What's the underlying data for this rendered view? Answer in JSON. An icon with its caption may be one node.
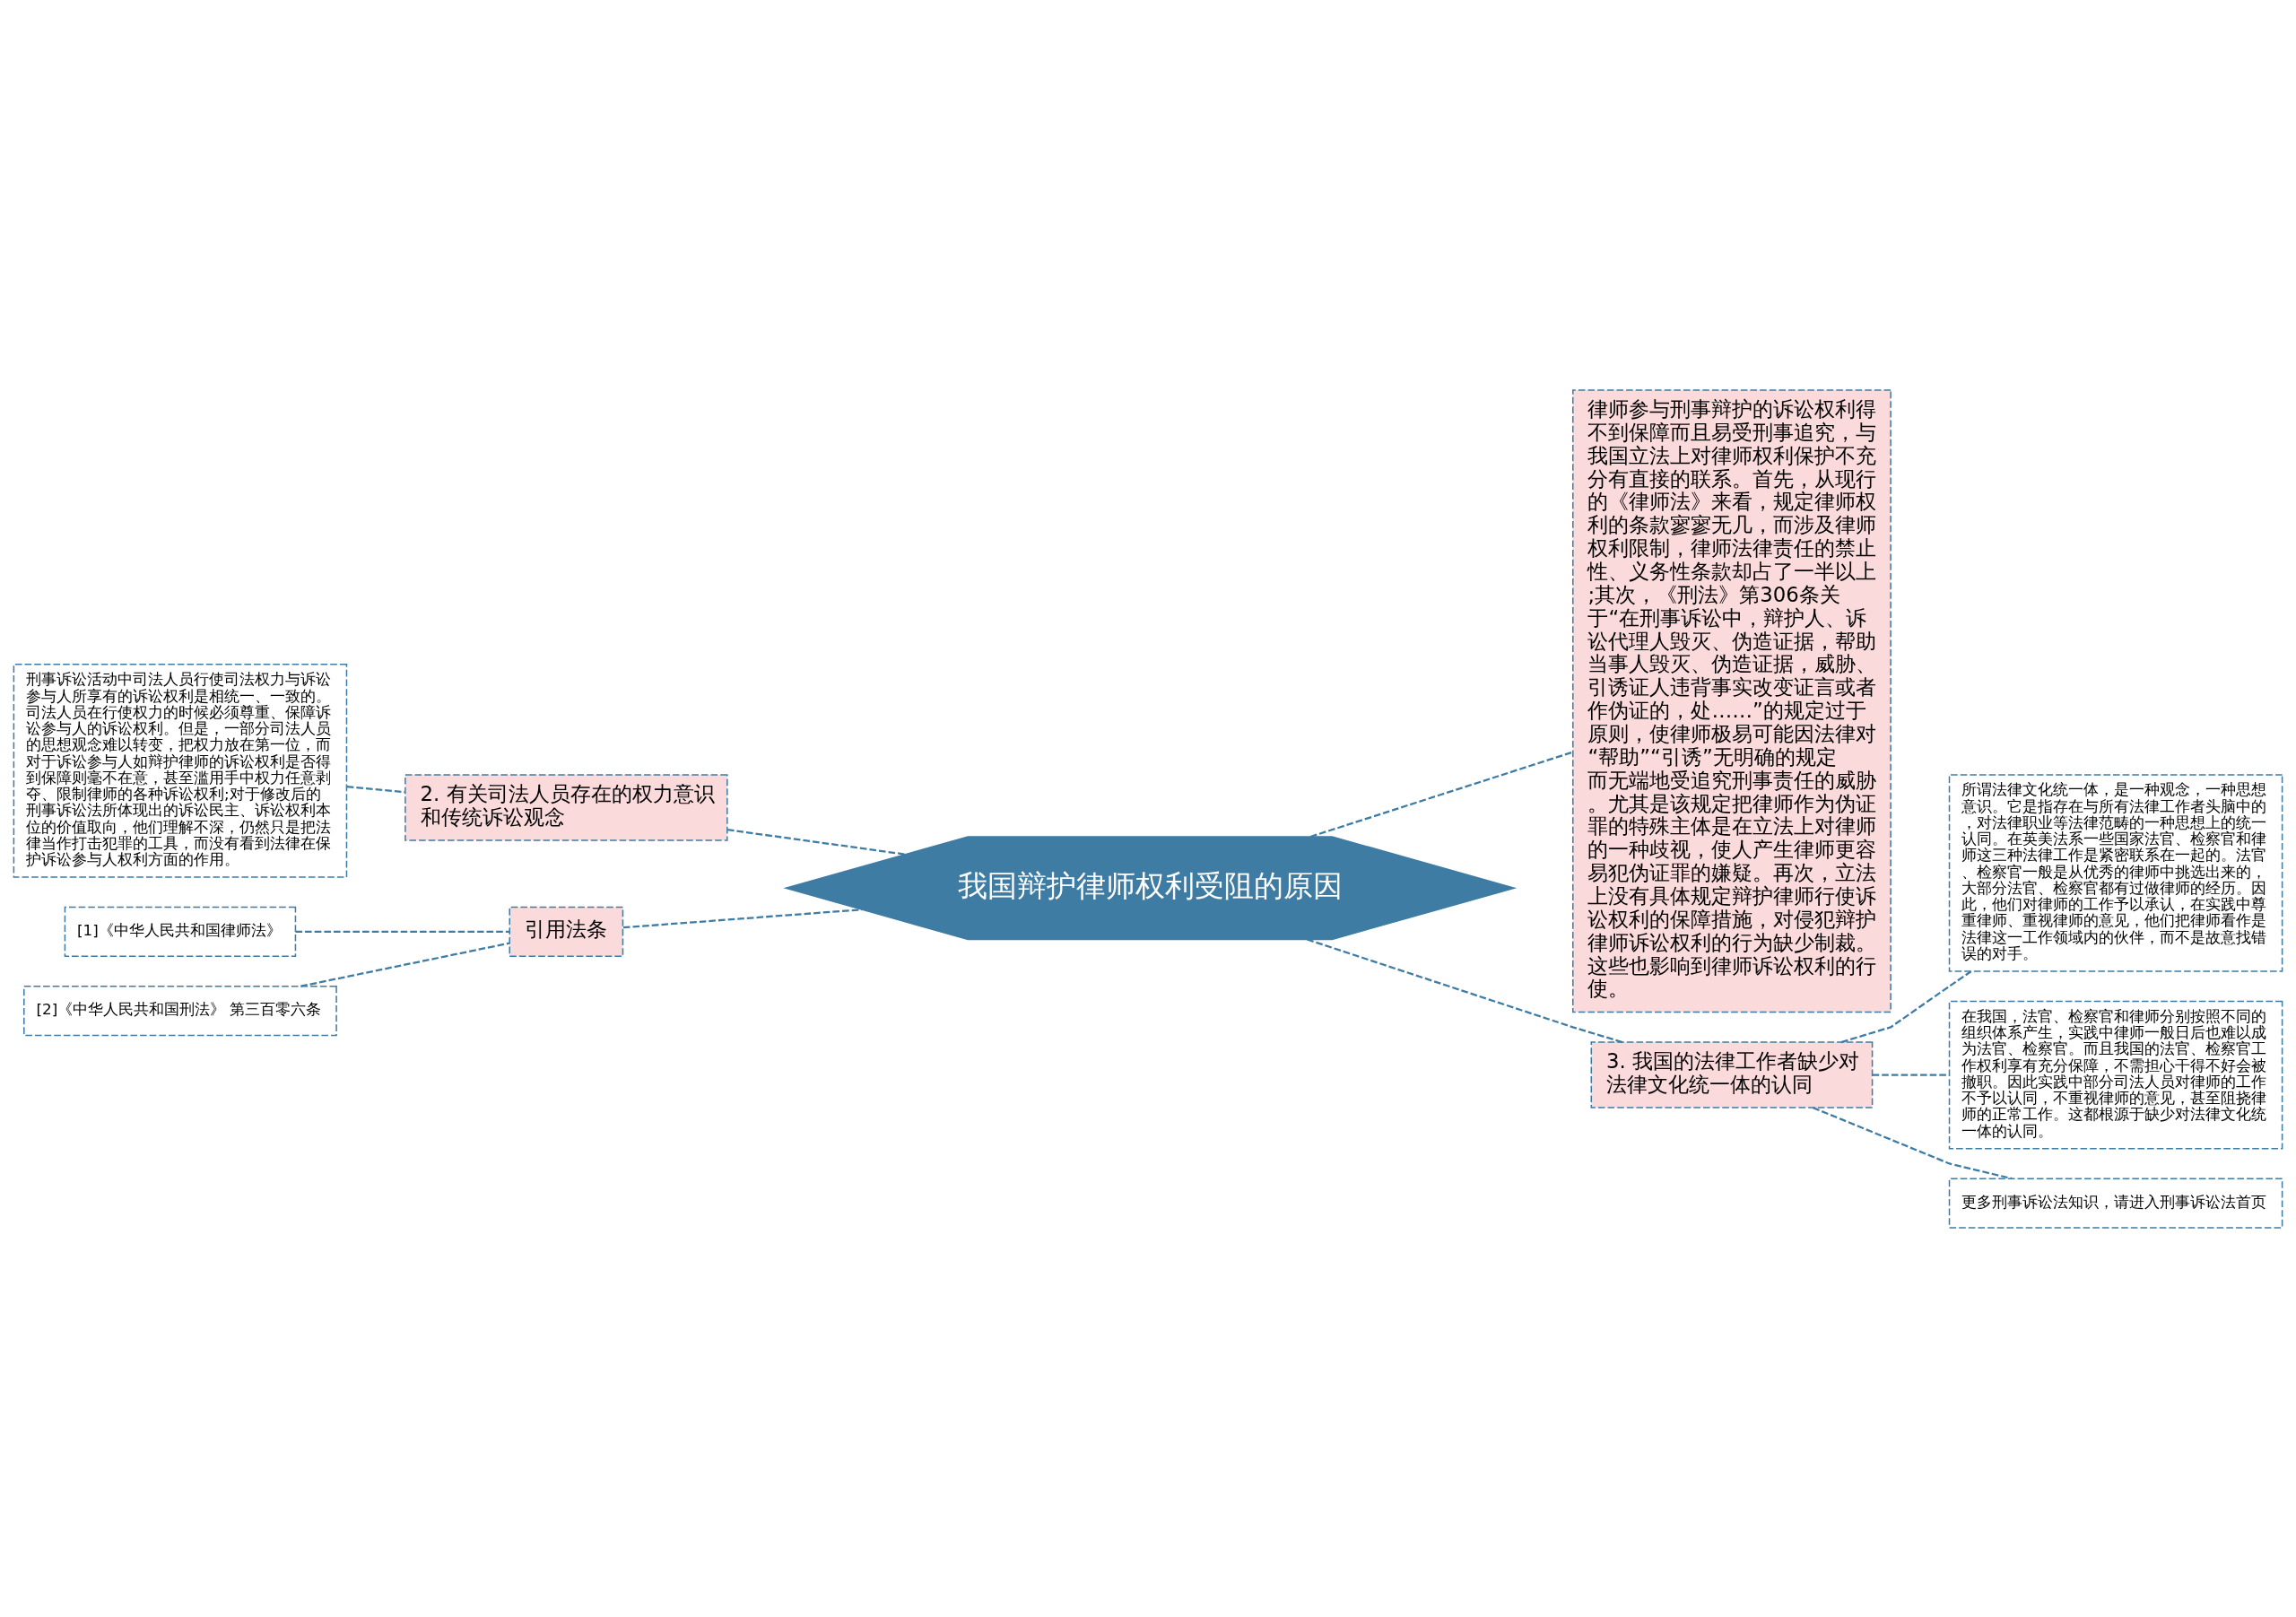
{
  "diagram": {
    "nodes": [
      {
        "text": [
          "我国辩护律师权利受阻的原因"
        ]
      },
      {
        "text": [
          "律师参与刑事辩护的诉讼权利得不到保障而且易受刑事追究，与我国立法上对律师权利保护不充分有直接的联系。首先，从现行的《律师法》来看，规定律师权利的条款寥寥无几，而涉及律师权利限制，律师法律责任的禁止性、义务性条款却占了一半以上;其次，《刑法》第306条关于“在刑事诉讼中，辩护人、诉讼代理人毁灭、伪造证据，帮助当事人毁灭、伪造证据，威胁、引诱证人违背事实改变证言或者作伪证的，处……”的规定过于原则，使律师极易可能因法律对“帮助”“引诱”无明确的规定而无端地受追究刑事责任的威胁。尤其是该规定把律师作为伪证罪的特殊主体是在立法上对律师的一种歧视，使人产生律师更容易犯伪证罪的嫌疑。再次，立法上没有具体规定辩护律师行使诉讼权利的保障措施，对侵犯辩护律师诉讼权利的行为缺少制裁。这些也影响到律师诉讼权利的行使。"
        ]
      },
      {
        "text": [
          "3. 我国的法律工作者缺少对法律文化统一体的认同"
        ]
      },
      {
        "text": [
          "所谓法律文化统一体，是一种观念，一种思想意识。它是指存在与所有法律工作者头脑中的，对法律职业等法律范畴的一种思想上的统一认同。在英美法系一些国家法官、检察官和律师这三种法律工作是紧密联系在一起的。法官、检察官一般是从优秀的律师中挑选出来的，大部分法官、检察官都有过做律师的经历。因此，他们对律师的工作予以承认，在实践中尊重律师、重视律师的意见，他们把律师看作是法律这一工作领域内的伙伴，而不是故意找错误的对手。"
        ]
      },
      {
        "text": [
          "在我国，法官、检察官和律师分别按照不同的组织体系产生，实践中律师一般日后也难以成为法官、检察官。而且我国的法官、检察官工作权利享有充分保障，不需担心干得不好会被撤职。因此实践中部分司法人员对律师的工作不予以认同，不重视律师的意见，甚至阻挠律师的正常工作。这都根源于缺少对法律文化统一体的认同。"
        ]
      },
      {
        "text": [
          "更多刑事诉讼法知识，请进入刑事诉讼法首页"
        ]
      },
      {
        "text": [
          "2. 有关司法人员存在的权力意识和传统诉讼观念"
        ]
      },
      {
        "text": [
          "刑事诉讼活动中司法人员行使司法权力与诉讼参与人所享有的诉讼权利是相统一、一致的。司法人员在行使权力的时候必须尊重、保障诉讼参与人的诉讼权利。但是，一部分司法人员的思想观念难以转变，把权力放在第一位，而对于诉讼参与人如辩护律师的诉讼权利是否得到保障则毫不在意，甚至滥用手中权力任意剥夺、限制律师的各种诉讼权利;对于修改后的刑事诉讼法所体现出的诉讼民主、诉讼权利本位的价值取向，他们理解不深，仍然只是把法律当作打击犯罪的工具，而没有看到法律在保护诉讼参与人权利方面的作用。"
        ]
      },
      {
        "text": [
          "引用法条"
        ]
      },
      {
        "text": [
          "[1]《中华人民共和国律师法》"
        ]
      },
      {
        "text": [
          "[2]《中华人民共和国刑法》 第三百零六条"
        ]
      }
    ],
    "edges": [
      {
        "from": 0,
        "to": 1,
        "arrow": "none"
      },
      {
        "from": 0,
        "to": 2,
        "arrow": "none"
      },
      {
        "from": 2,
        "to": 3,
        "arrow": "none"
      },
      {
        "from": 2,
        "to": 4,
        "arrow": "none"
      },
      {
        "from": 2,
        "to": 5,
        "arrow": "none"
      },
      {
        "from": 0,
        "to": 6,
        "arrow": "none"
      },
      {
        "from": 6,
        "to": 7,
        "arrow": "none"
      },
      {
        "from": 0,
        "to": 8,
        "arrow": "none"
      },
      {
        "from": 8,
        "to": 9,
        "arrow": "none"
      },
      {
        "from": 8,
        "to": 10,
        "arrow": "none"
      }
    ]
  }
}
